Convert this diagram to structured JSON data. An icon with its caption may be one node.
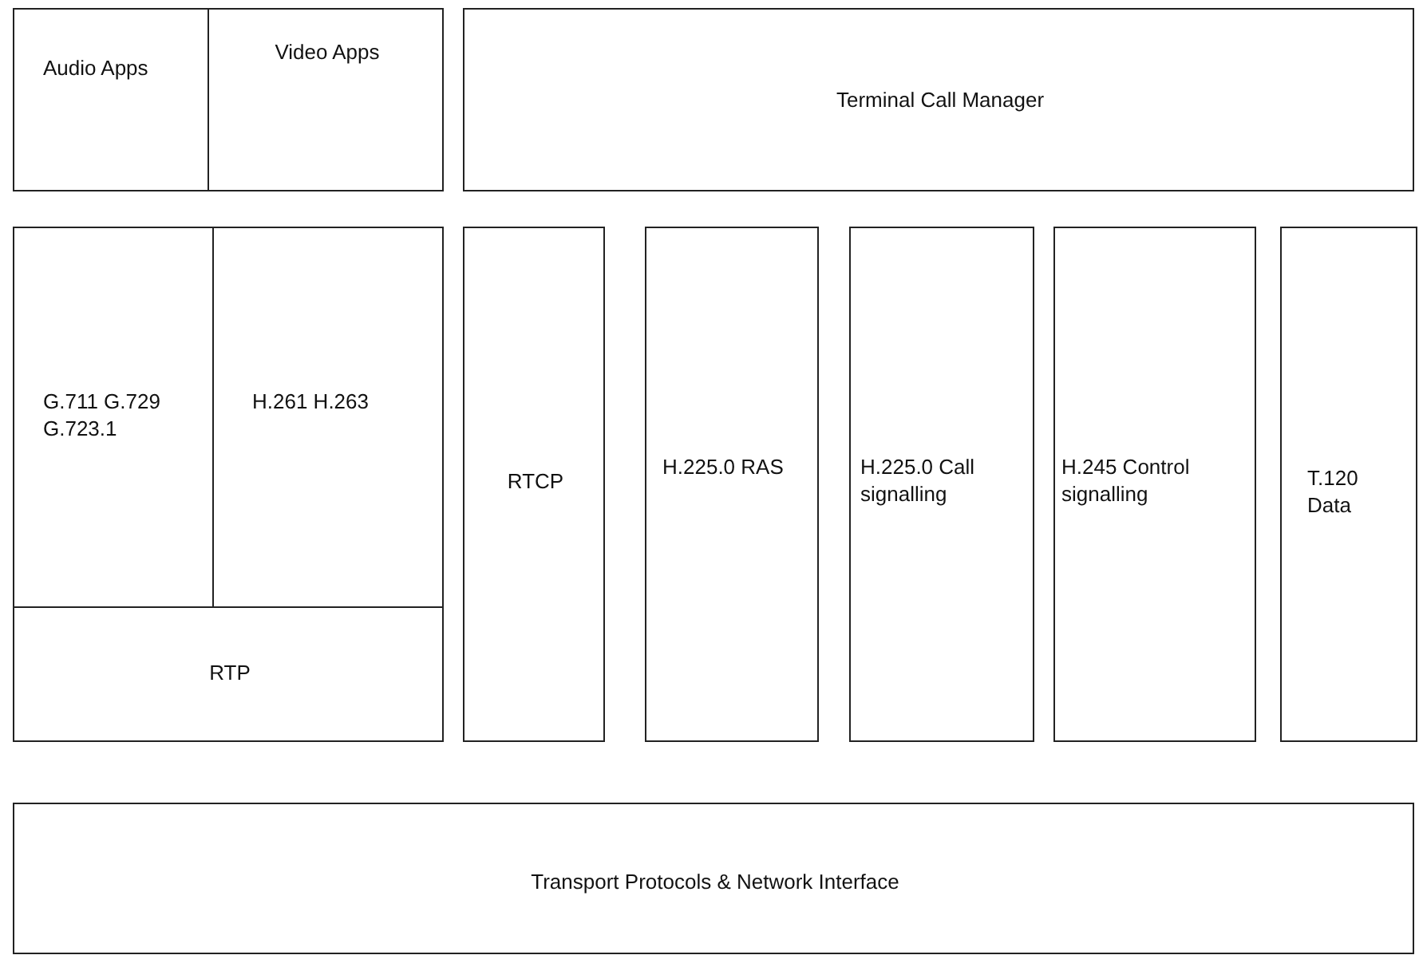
{
  "diagram": {
    "nodes": [
      {
        "text": [
          "Audio Apps"
        ]
      },
      {
        "text": [
          "Video Apps"
        ]
      },
      {
        "text": [
          "Terminal Call Manager"
        ]
      },
      {
        "text": [
          "G.711 G.729 G.723.1"
        ]
      },
      {
        "text": [
          "H.261 H.263"
        ]
      },
      {
        "text": [
          "RTP"
        ]
      },
      {
        "text": [
          "RTCP"
        ]
      },
      {
        "text": [
          "H.225.0 RAS"
        ]
      },
      {
        "text": [
          "H.225.0 Call signalling"
        ]
      },
      {
        "text": [
          "H.245 Control signalling"
        ]
      },
      {
        "text": [
          "T.120 Data"
        ]
      },
      {
        "text": [
          "Transport Protocols & Network Interface"
        ]
      }
    ]
  }
}
